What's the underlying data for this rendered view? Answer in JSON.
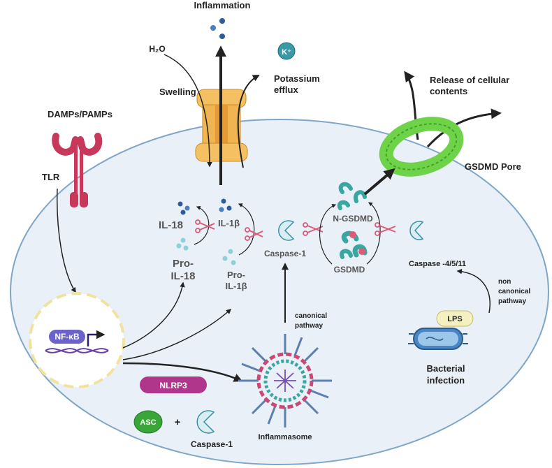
{
  "labels": {
    "inflammation": "Inflammation",
    "h2o": "H₂O",
    "potassium": "Potassium",
    "efflux": "efflux",
    "k_ion": "K⁺",
    "swelling": "Swelling",
    "release_line1": "Release of cellular",
    "release_line2": "contents",
    "gsdmd_pore": "GSDMD Pore",
    "damps": "DAMPs/PAMPs",
    "tlr": "TLR",
    "il18": "IL-18",
    "il1b": "IL-1β",
    "pro_il18_line1": "Pro-",
    "pro_il18_line2": "IL-18",
    "pro_il1b_line1": "Pro-",
    "pro_il1b_line2": "IL-1β",
    "caspase1": "Caspase-1",
    "n_gsdmd": "N-GSDMD",
    "gsdmd": "GSDMD",
    "caspase_4511": "Caspase -4/5/11",
    "non_canonical_1": "non",
    "non_canonical_2": "canonical",
    "non_canonical_3": "pathway",
    "canonical_1": "canonical",
    "canonical_2": "pathway",
    "nfkb": "NF-κB",
    "nlrp3": "NLRP3",
    "asc": "ASC",
    "plus": "+",
    "caspase1_bottom": "Caspase-1",
    "inflammasome": "Inflammasome",
    "lps": "LPS",
    "bacterial_1": "Bacterial",
    "bacterial_2": "infection"
  },
  "colors": {
    "cell_fill": "#e9f0f7",
    "cell_stroke": "#7fa6c9",
    "channel": "#f0b550",
    "tlr": "#c8385a",
    "pore": "#6fd34a",
    "nfkb": "#6b63c9",
    "nlrp3": "#b0368c",
    "asc": "#3aa63a",
    "lps": "#f4f0bf",
    "bacteria": "#4a86c3",
    "scissors": "#d85a78",
    "caspase": "#d8eef2"
  }
}
